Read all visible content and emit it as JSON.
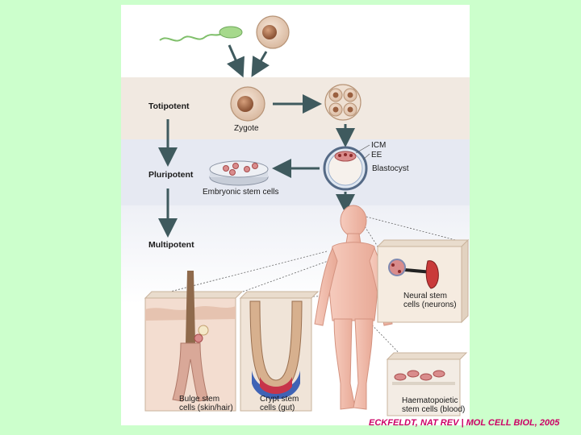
{
  "levels": {
    "totipotent": "Totipotent",
    "pluripotent": "Pluripotent",
    "multipotent": "Multipotent"
  },
  "labels": {
    "zygote": "Zygote",
    "icm": "ICM",
    "ee": "EE",
    "blastocyst": "Blastocyst",
    "embryonic": "Embryonic stem cells",
    "neural_1": "Neural stem",
    "neural_2": "cells (neurons)",
    "bulge_1": "Bulge stem",
    "bulge_2": "cells (skin/hair)",
    "crypt_1": "Crypt stem",
    "crypt_2": "cells (gut)",
    "haem_1": "Haematopoietic",
    "haem_2": "stem cells (blood)"
  },
  "credit": "ECKFELDT, NAT REV | MOL CELL BIOL, 2005",
  "colors": {
    "background": "#ccffcc",
    "credit": "#cc0066",
    "band_totipotent": "#f1e9e1",
    "band_pluripotent": "#e6e9f2",
    "band_multipotent": "#eef0f6",
    "arrow": "#3f5a5e",
    "skin": "#f2c0b0"
  }
}
